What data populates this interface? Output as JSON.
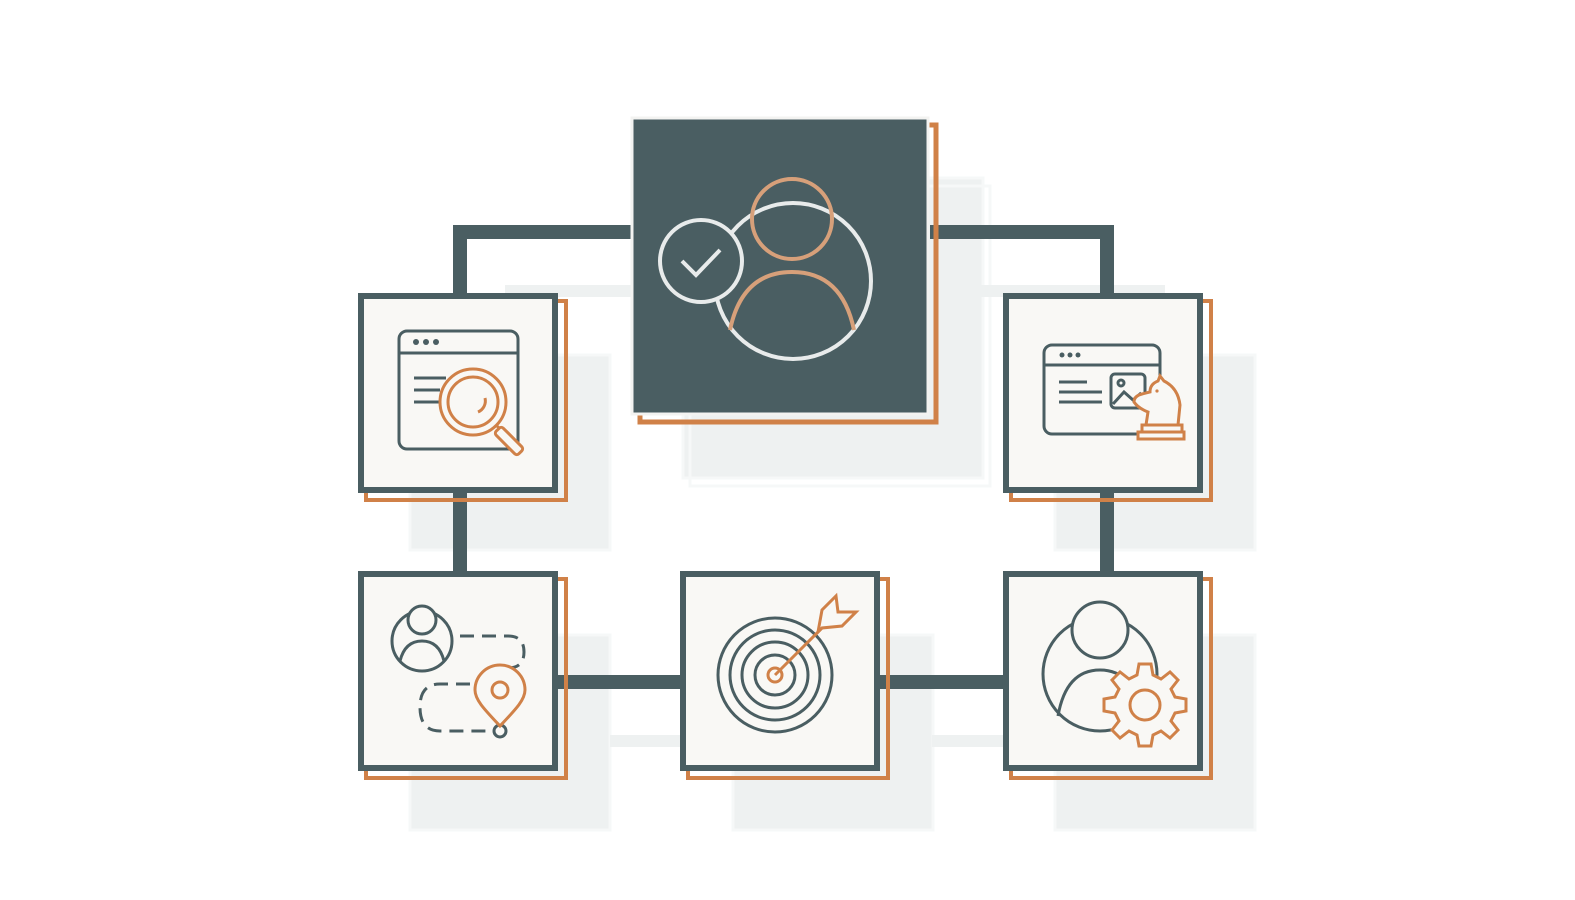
{
  "colors": {
    "dark": "#4a5e62",
    "accent": "#d08148",
    "accent_soft": "#d7a07a",
    "light_line": "#e9ecec",
    "card_bg": "#f9f8f5",
    "ghost": "#eef1f1",
    "white": "#ffffff"
  },
  "nodes": [
    {
      "id": "customer-center",
      "icon": "customer-check-icon",
      "role": "hub"
    },
    {
      "id": "web-research",
      "icon": "browser-search-icon",
      "role": "step"
    },
    {
      "id": "content-strategy",
      "icon": "browser-chess-knight-icon",
      "role": "step"
    },
    {
      "id": "customer-journey",
      "icon": "user-journey-map-icon",
      "role": "step"
    },
    {
      "id": "goal-targeting",
      "icon": "target-arrow-icon",
      "role": "step"
    },
    {
      "id": "user-settings",
      "icon": "user-gear-icon",
      "role": "step"
    }
  ]
}
